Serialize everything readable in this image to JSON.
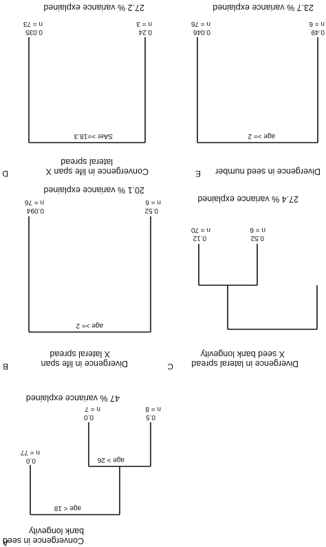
{
  "panels": {
    "A": {
      "letter": "A",
      "title_lines": [
        "Convergence in seed",
        "bank longevity"
      ],
      "variance": "47 % variance explained",
      "splits": {
        "root": "age < 18",
        "inner": "age > 26"
      },
      "leaves": [
        {
          "n": "n = 77",
          "value": "0.0"
        },
        {
          "n": "n = 7",
          "value": "0.0"
        },
        {
          "n": "n = 8",
          "value": "0.5"
        }
      ]
    },
    "B": {
      "letter": "B",
      "title_lines": [
        "Divergence in life span",
        "X lateral spread"
      ],
      "variance": "20.1 % variance explained",
      "splits": {
        "root": "age >= 2"
      },
      "leaves": [
        {
          "n": "n = 76",
          "value": "0.094"
        },
        {
          "n": "n = 6",
          "value": "0.52"
        }
      ]
    },
    "C": {
      "letter": "C",
      "title_lines": [
        "Divergence in lateral spread",
        "X seed bank longevity"
      ],
      "variance": "27.4 % variance explained",
      "leaves": [
        {
          "n": "n = 70",
          "value": "0.12"
        },
        {
          "n": "n = 6",
          "value": "0.52"
        }
      ]
    },
    "D": {
      "letter": "D",
      "title_lines": [
        "Convergence in life span X",
        "lateral spread"
      ],
      "variance": "27.2 % variance explained",
      "splits": {
        "root": "SAer >=18.3"
      },
      "leaves": [
        {
          "n": "n = 73",
          "value": "0.035"
        },
        {
          "n": "n = 3",
          "value": "0.24"
        }
      ]
    },
    "E": {
      "letter": "E",
      "title_lines": [
        "Divergence in seed number"
      ],
      "variance": "23.7 % variance explained",
      "splits": {
        "root": "age >= 2"
      },
      "leaves": [
        {
          "n": "n = 76",
          "value": "0.046"
        },
        {
          "n": "n = 6",
          "value": "0.49"
        }
      ]
    }
  }
}
